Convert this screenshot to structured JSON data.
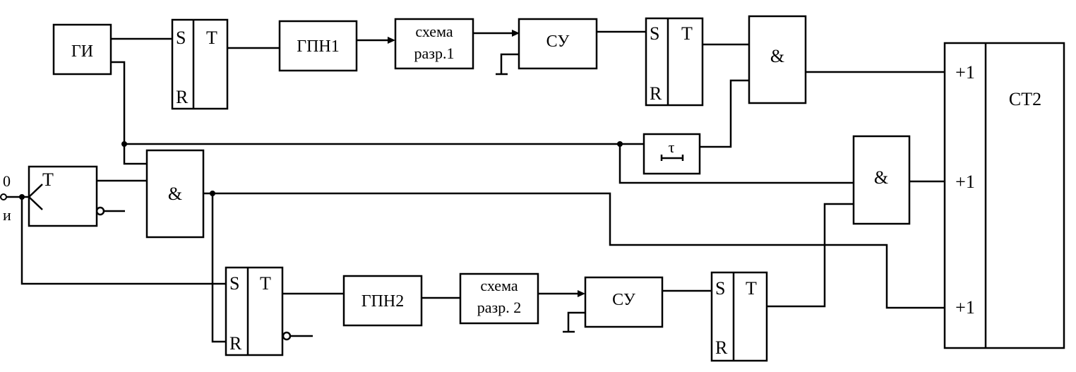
{
  "blocks": {
    "gi": "ГИ",
    "gpn1": "ГПН1",
    "gpn2": "ГПН2",
    "su": "СУ",
    "and": "&",
    "ct2": "СТ2",
    "tau": "τ",
    "shema": "схема",
    "razr1": "разр.1",
    "razr2": "разр. 2"
  },
  "pins": {
    "s": "S",
    "r": "R",
    "t": "T",
    "plus_one": "+1"
  },
  "inputs": {
    "zero": "0",
    "i": "и"
  }
}
